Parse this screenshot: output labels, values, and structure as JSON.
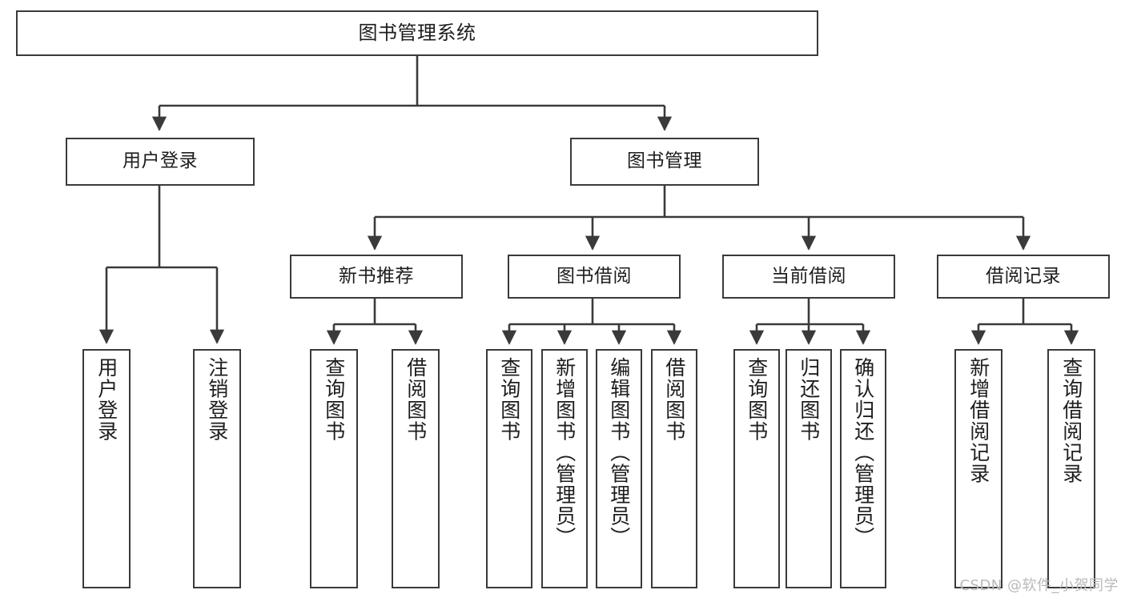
{
  "diagram": {
    "title": "图书管理系统",
    "type": "tree",
    "watermark": "CSDN @软件_小贺同学",
    "colors": {
      "stroke": "#3a3a3a",
      "fill": "#ffffff",
      "text": "#1d1d1d",
      "watermark": "#b9b9b9"
    },
    "nodes": {
      "root": {
        "label": "图书管理系统"
      },
      "level1": [
        {
          "id": "user_login",
          "label": "用户登录"
        },
        {
          "id": "book_manage",
          "label": "图书管理"
        }
      ],
      "level2": [
        {
          "id": "new_book_rec",
          "label": "新书推荐"
        },
        {
          "id": "book_borrow",
          "label": "图书借阅"
        },
        {
          "id": "current_borrow",
          "label": "当前借阅"
        },
        {
          "id": "borrow_record",
          "label": "借阅记录"
        }
      ],
      "leaves": {
        "user_login": [
          {
            "id": "leaf_user_login",
            "label": "用户登录"
          },
          {
            "id": "leaf_logout",
            "label": "注销登录"
          }
        ],
        "new_book_rec": [
          {
            "id": "leaf_query_book_1",
            "label": "查询图书"
          },
          {
            "id": "leaf_borrow_book_1",
            "label": "借阅图书"
          }
        ],
        "book_borrow": [
          {
            "id": "leaf_query_book_2",
            "label": "查询图书"
          },
          {
            "id": "leaf_add_book",
            "label": "新增图书（管理员）"
          },
          {
            "id": "leaf_edit_book",
            "label": "编辑图书（管理员）"
          },
          {
            "id": "leaf_borrow_book_2",
            "label": "借阅图书"
          }
        ],
        "current_borrow": [
          {
            "id": "leaf_query_book_3",
            "label": "查询图书"
          },
          {
            "id": "leaf_return_book",
            "label": "归还图书"
          },
          {
            "id": "leaf_confirm_return",
            "label": "确认归还（管理员）"
          }
        ],
        "borrow_record": [
          {
            "id": "leaf_add_record",
            "label": "新增借阅记录"
          },
          {
            "id": "leaf_query_record",
            "label": "查询借阅记录"
          }
        ]
      }
    }
  }
}
